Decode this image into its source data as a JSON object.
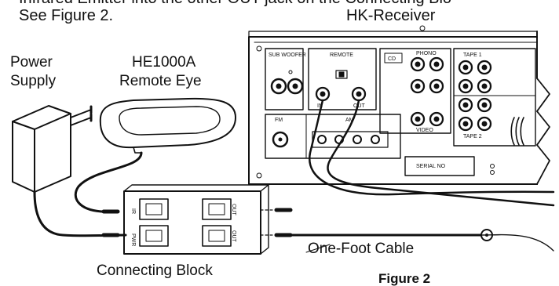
{
  "intro": {
    "line1": "Infrared Emitter into the other OUT jack on the Connecting Blo",
    "line2": "See Figure 2."
  },
  "labels": {
    "receiver": "HK-Receiver",
    "power_supply_1": "Power",
    "power_supply_2": "Supply",
    "remote_eye_model": "HE1000A",
    "remote_eye_name": "Remote Eye",
    "connecting_block": "Connecting Block",
    "one_foot_cable": "One-Foot Cable",
    "figure": "Figure 2"
  },
  "receiver_panel": {
    "sub_woofer": "SUB WOOFER",
    "remote": "REMOTE",
    "ir": "IN",
    "out": "OUT",
    "cd": "CD",
    "tape1": "TAPE 1",
    "tape2": "TAPE 2",
    "phono": "PHONO",
    "video": "VIDEO",
    "fm": "FM",
    "am": "AM",
    "serial_no": "SERIAL NO"
  },
  "block_ports": {
    "left_top": "IR",
    "left_bottom": "PWR",
    "right_top": "OUT",
    "right_bottom": "OUT"
  }
}
